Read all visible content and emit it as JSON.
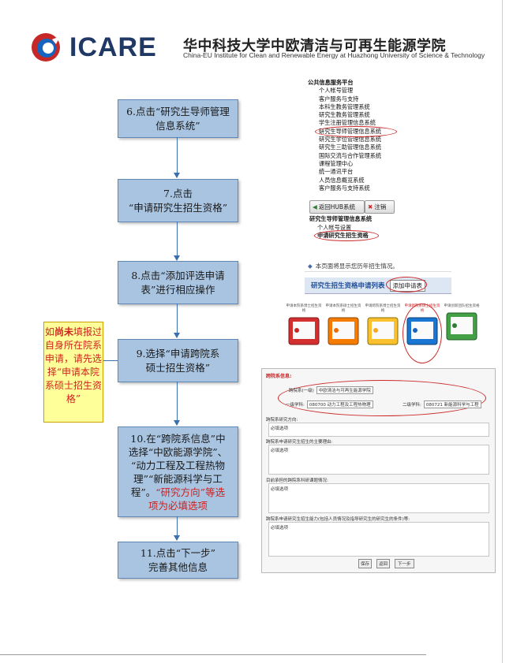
{
  "header": {
    "logo_text": "ICARE",
    "title_cn": "华中科技大学中欧清洁与可再生能源学院",
    "title_en": "China-EU Institute for Clean and Renewable Energy at Huazhong University of Science & Technology"
  },
  "steps": [
    {
      "line1": "6.点击“研究生导师管理",
      "line2": "信息系统”"
    },
    {
      "line1": "7.点击",
      "line2": "“申请研究生招生资格”"
    },
    {
      "line1": "8.点击“添加评选申请",
      "line2": "表”进行相应操作"
    },
    {
      "line1": "9.选择“申请跨院系",
      "line2": "硕士招生资格”"
    },
    {
      "line1": "10.在“跨院系信息”中",
      "line2": "选择“中欧能源学院”、",
      "line3": "“动力工程及工程热物",
      "line4": "理”“新能源科学与工",
      "line5": "程”。",
      "line5_red": "“研究方向”等选",
      "line6_red": "项为必填选项"
    },
    {
      "line1": "11.点击“下一步”",
      "line2": "完善其他信息"
    }
  ],
  "note": {
    "part1": "如",
    "bold": "尚未",
    "part2": "填报过自身所在院系申请，请先选择“申请本院系硕士招生资格”"
  },
  "menu1": {
    "items": [
      "公共信息服务平台",
      "个人帐号管理",
      "客户服务与支持",
      "本科生教务管理系统",
      "研究生教务管理系统",
      "学生注册管理信息系统",
      "研究生导师管理信息系统",
      "研究生学位管理信息系统",
      "研究生三助管理信息系统",
      "国际交流与合作管理系统",
      "课程管理中心",
      "统一通讯平台",
      "人员信息概览系统",
      "客户服务与支持系统"
    ]
  },
  "hub": {
    "back": "返回HUB系统",
    "logout": "注销"
  },
  "menu2": {
    "items": [
      "研究生导师管理信息系统",
      "个人帐号设置",
      "申请研究生招生资格"
    ]
  },
  "panel3": {
    "notice": "本页面将显示您历年招生情况。",
    "title": "研究生招生资格申请列表",
    "button": "添加申请表"
  },
  "tabs": [
    "申请本院系博士招生资格",
    "申请本院系硕士招生资格",
    "申请跨院系博士招生资格",
    "申请跨院系硕士招生资格",
    "申请创新团队招生资格"
  ],
  "form": {
    "section": "跨院系信息:",
    "dept_label": "跨院系(一级)",
    "dept_value": "中欧清洁与可再生能源学院",
    "l1_label": "一级学科:",
    "l1_value": "080700 动力工程及工程热物理",
    "l2_label": "二级学科:",
    "l2_value": "080721 新能源科学与工程",
    "q1": "跨院系研究方向:",
    "q2": "跨院系申请研究生招生的主要理由:",
    "q3": "目前承担的跨院系科研课题情况:",
    "q4": "跨院系申请研究生招生能力(包括人员情况及指导研究生的研究生的条件)等:",
    "placeholder": "必填选项",
    "save": "保存",
    "back": "返回",
    "next": "下一步"
  },
  "colors": {
    "step_fill": "#a8c4e0",
    "arrow": "#3a6fb0",
    "note_fill": "#ffff99",
    "alert_red": "#d02020",
    "brand_blue": "#1f3864"
  }
}
